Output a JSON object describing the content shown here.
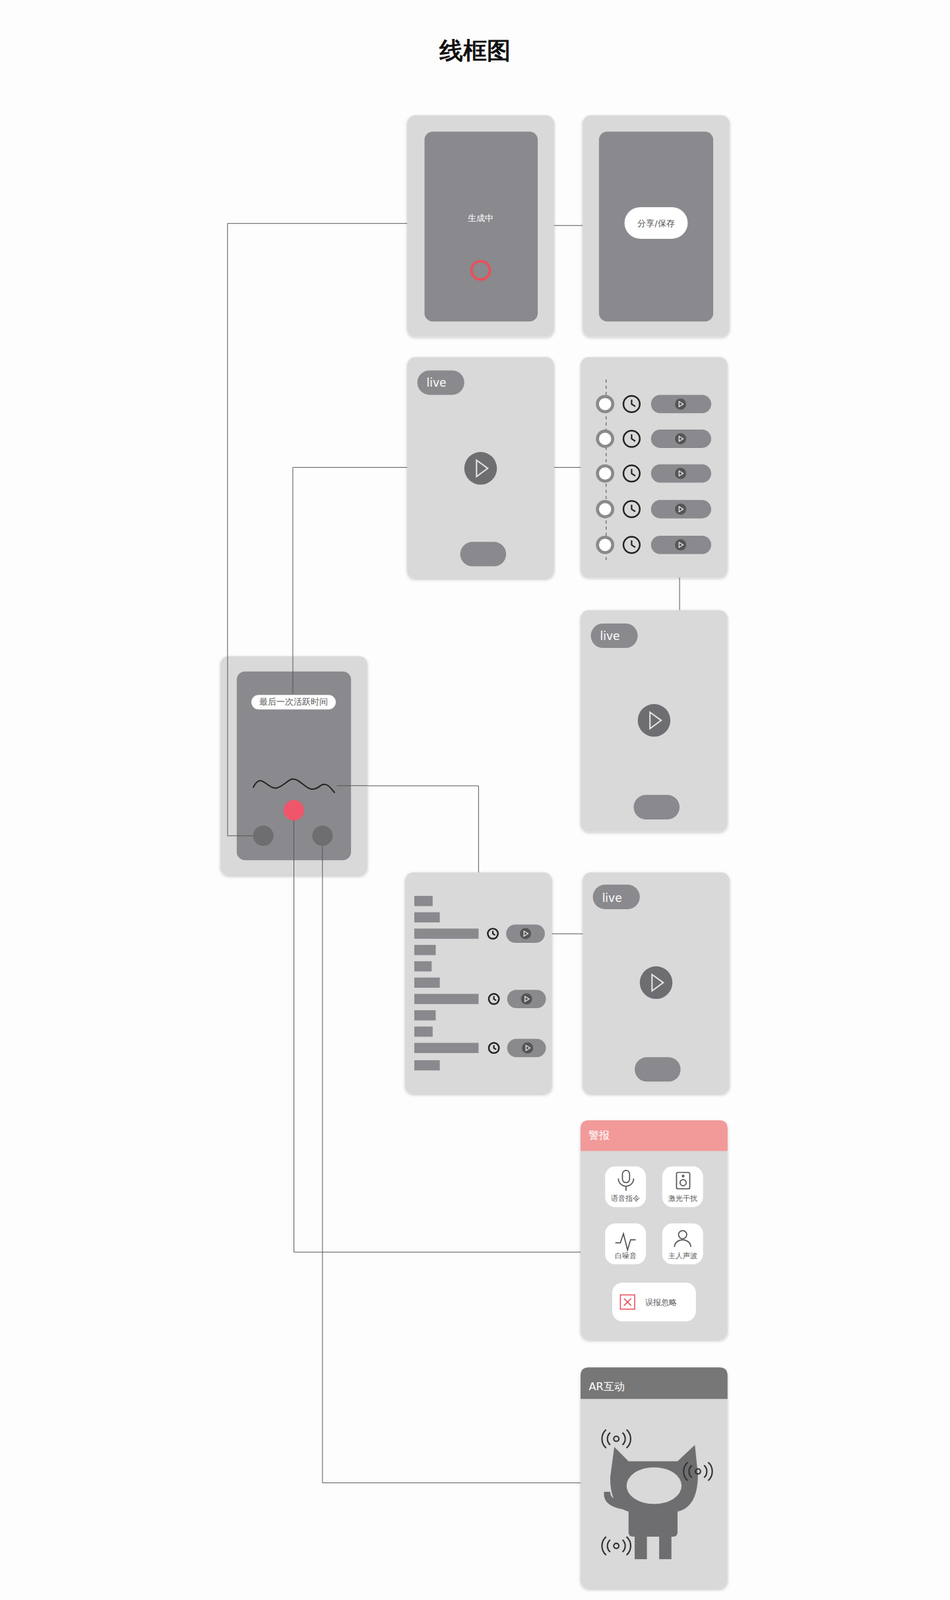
{
  "diagram": {
    "title": "线框图",
    "nodes": [
      {
        "text": [
          "最后一次活跃时间"
        ]
      },
      {
        "text": [
          "生成中"
        ]
      },
      {
        "text": [
          "分享/保存"
        ]
      },
      {
        "text": [
          "live"
        ]
      },
      {
        "text": []
      },
      {
        "text": [
          "live"
        ]
      },
      {
        "text": []
      },
      {
        "text": [
          "live"
        ]
      },
      {
        "text": [
          "警报"
        ]
      },
      {
        "text": [
          "语音指令"
        ],
        "in": 8
      },
      {
        "text": [
          "激光干扰"
        ],
        "in": 8
      },
      {
        "text": [
          "白噪音"
        ],
        "in": 8
      },
      {
        "text": [
          "主人声波"
        ],
        "in": 8
      },
      {
        "text": [
          "误报忽略"
        ],
        "in": 8
      },
      {
        "text": [
          "AR互动"
        ]
      }
    ],
    "edges": [
      {
        "from": 0,
        "to": 1,
        "arrow": "none"
      },
      {
        "from": 1,
        "to": 2,
        "arrow": "none"
      },
      {
        "from": 0,
        "to": 3,
        "arrow": "none"
      },
      {
        "from": 3,
        "to": 4,
        "arrow": "none"
      },
      {
        "from": 4,
        "to": 5,
        "arrow": "none"
      },
      {
        "from": 0,
        "to": 6,
        "arrow": "none"
      },
      {
        "from": 6,
        "to": 7,
        "arrow": "none"
      },
      {
        "from": 0,
        "to": 8,
        "arrow": "none"
      },
      {
        "from": 0,
        "to": 14,
        "arrow": "none"
      }
    ]
  }
}
